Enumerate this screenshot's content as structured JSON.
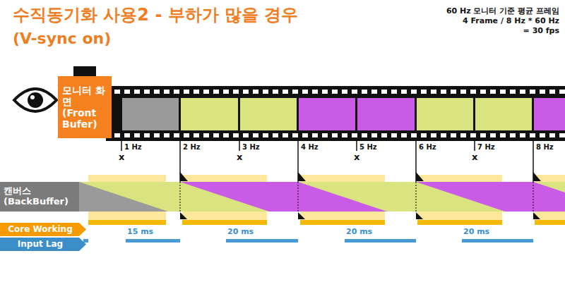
{
  "diagram": {
    "title": "수직동기화 사용2 - 부하가 많을 경우",
    "nodes": [
      {
        "text": [
          "모니터 화면 (Front Bufer)"
        ]
      },
      {
        "text": [
          "캔버스 (BackBuffer)"
        ]
      },
      {
        "text": [
          "Core Working"
        ]
      },
      {
        "text": [
          "Input Lag"
        ]
      }
    ],
    "labels": [
      "(V-sync on)",
      "60 Hz 모니터 기준 평균 프레임",
      "4 Frame / 8 Hz * 60 Hz",
      "= 30 fps",
      "1 Hz",
      "2 Hz",
      "3 Hz",
      "4 Hz",
      "5 Hz",
      "6 Hz",
      "7 Hz",
      "8 Hz",
      "x",
      "x",
      "x",
      "x",
      "15 ms",
      "20 ms",
      "20 ms",
      "20 ms"
    ]
  }
}
